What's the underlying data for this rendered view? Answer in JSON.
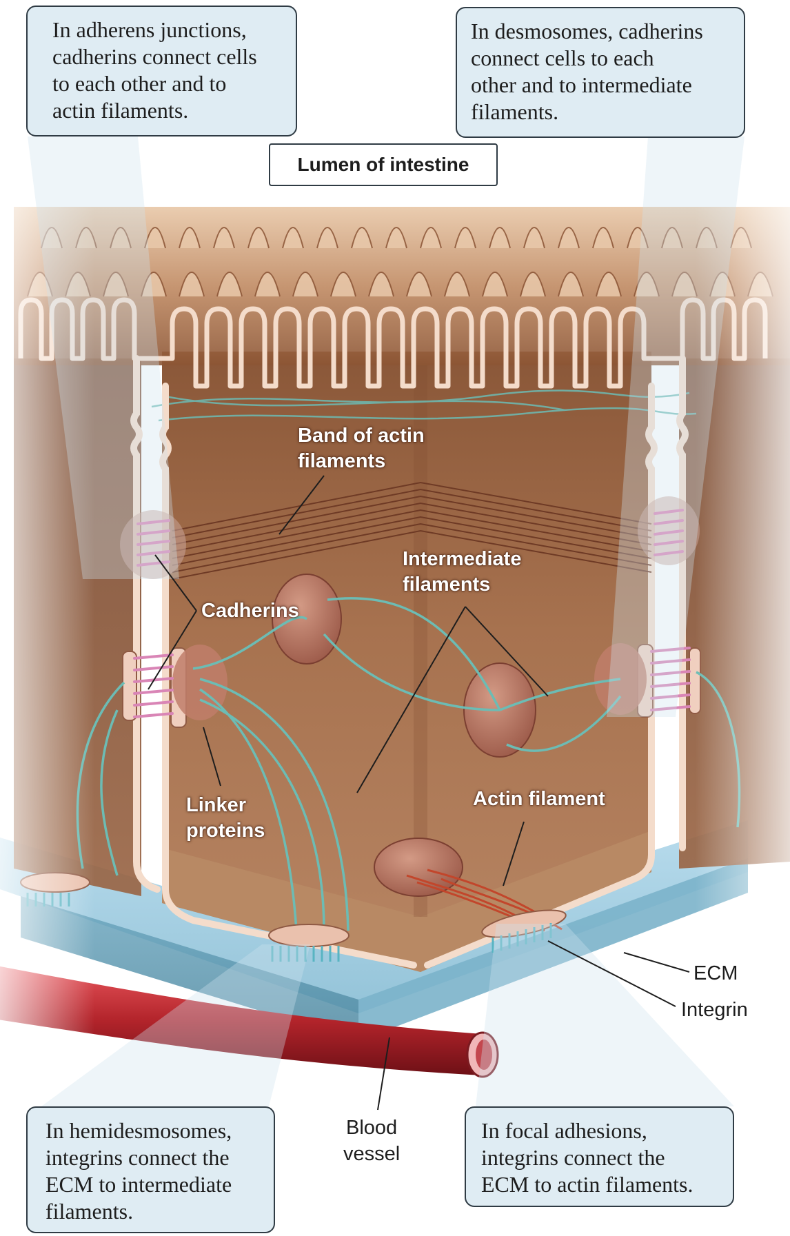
{
  "callouts": {
    "adherens": "In adherens junctions,\ncadherins connect cells\nto each other and to\nactin filaments.",
    "desmosomes": "In desmosomes, cadherins\nconnect cells to each\nother and to intermediate\nfilaments.",
    "hemidesmosomes": "In hemidesmosomes,\nintegrins connect the\nECM to intermediate\nfilaments.",
    "focal_adhesions": "In focal adhesions,\nintegrins connect the\nECM to actin filaments."
  },
  "labels": {
    "lumen": "Lumen of intestine",
    "band_of_actin": "Band of actin\nfilaments",
    "cadherins": "Cadherins",
    "intermediate_filaments": "Intermediate\nfilaments",
    "linker_proteins": "Linker\nproteins",
    "actin_filament": "Actin filament",
    "ecm": "ECM",
    "integrin": "Integrin",
    "blood_vessel": "Blood\nvessel"
  },
  "colors": {
    "cell_body": "#a8724f",
    "cell_shadow": "#6e4128",
    "membrane": "#f4dccb",
    "cadherin": "#d985b6",
    "intermediate_filament": "#6cbcb4",
    "actin": "#c2462b",
    "ecm": "#a9d2e2",
    "vessel": "#b3242b",
    "callout_fill": "#dfecf3"
  }
}
